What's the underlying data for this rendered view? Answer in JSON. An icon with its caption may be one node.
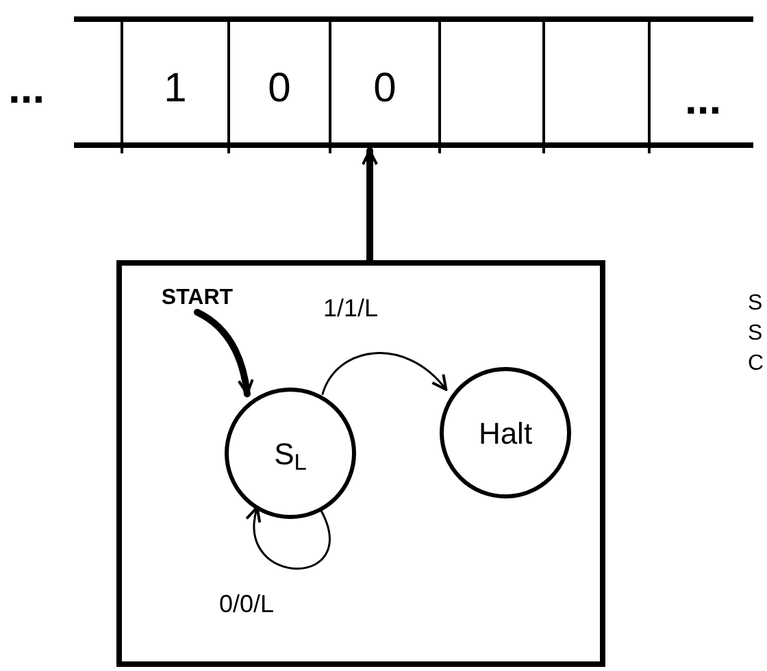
{
  "diagram": {
    "nodes": [
      {
        "text": [],
        "shape": "bar"
      },
      {
        "text": [
          "1"
        ],
        "in": 0
      },
      {
        "text": [
          "0"
        ],
        "in": 0
      },
      {
        "text": [
          "0"
        ],
        "in": 0
      },
      {
        "text": [],
        "shape": "box",
        "in": 0
      },
      {
        "text": [],
        "shape": "box",
        "in": 0
      },
      {
        "text": [],
        "shape": "box"
      },
      {
        "text": [
          "START"
        ],
        "in": 6
      },
      {
        "text": [
          "S$_{L}$"
        ],
        "in": 6
      },
      {
        "text": [
          "Halt"
        ],
        "in": 6
      }
    ],
    "edges": [
      {
        "from": 6,
        "to": 3,
        "arrow": "to",
        "style": "thick"
      },
      {
        "from": 7,
        "to": 8,
        "arrow": "to",
        "style": "thick"
      },
      {
        "from": 8,
        "to": 9,
        "arrow": "to",
        "label": "1/1/L"
      },
      {
        "from": 8,
        "to": 8,
        "arrow": "to",
        "label": "0/0/L"
      }
    ],
    "labels": [
      "...",
      "...",
      "S",
      "S",
      "C"
    ]
  }
}
